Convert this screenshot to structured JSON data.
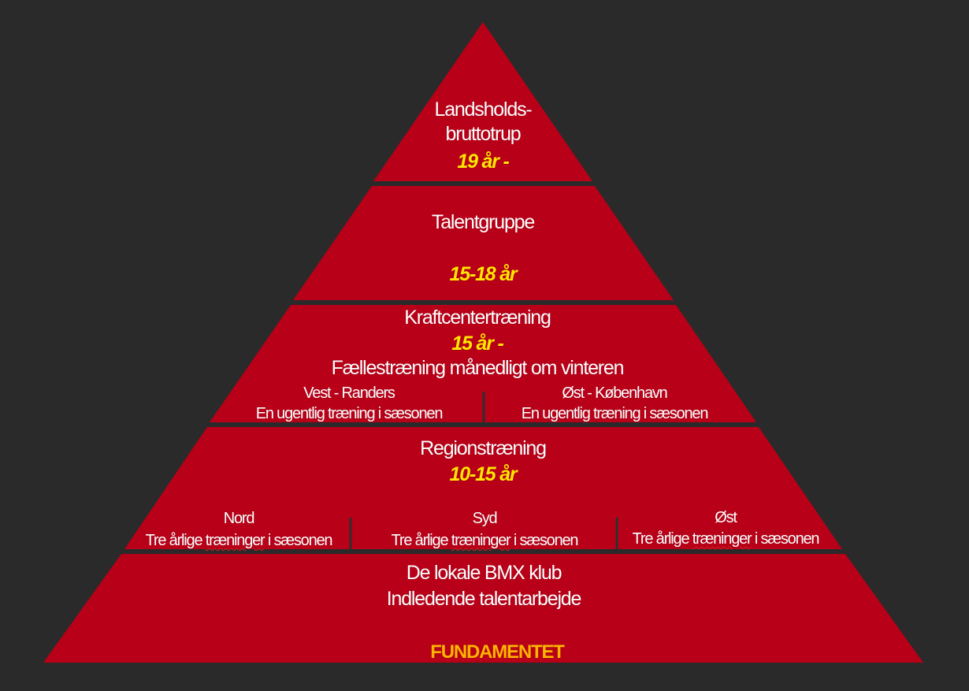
{
  "colors": {
    "background": "#2a2a2a",
    "tier_fill": "#b80018",
    "separator": "#2e2e2e",
    "age_text": "#ffe600",
    "foundation_text": "#ffb400",
    "label_text": "#ffffff"
  },
  "tiers": [
    {
      "id": "landshold",
      "title_line1": "Landsholds-",
      "title_line2": "bruttotrup",
      "age": "19 år -"
    },
    {
      "id": "talentgruppe",
      "title": "Talentgruppe",
      "age": "15-18 år"
    },
    {
      "id": "kraftcenter",
      "title": "Kraftcentertræning",
      "age": "15 år -",
      "subtitle": "Fællestræning månedligt om vinteren",
      "sections": [
        {
          "name": "Vest - Randers",
          "detail": "En ugentlig træning i sæsonen"
        },
        {
          "name": "Øst - København",
          "detail": "En ugentlig træning i sæsonen"
        }
      ]
    },
    {
      "id": "region",
      "title": "Regionstræning",
      "age": "10-15 år",
      "sections": [
        {
          "name": "Nord",
          "detail_pre": "Tre årlige ",
          "detail_word": "træninger",
          "detail_post": " i sæsonen"
        },
        {
          "name": "Syd",
          "detail_pre": "Tre årlige ",
          "detail_word": "træninger",
          "detail_post": " i sæsonen"
        },
        {
          "name": "Øst",
          "detail_pre": "Tre årlige ",
          "detail_word": "træninger",
          "detail_post": " i sæsonen"
        }
      ]
    },
    {
      "id": "lokale",
      "title_line1": "De lokale BMX klub",
      "title_line2": "Indledende talentarbejde",
      "foundation": "FUNDAMENTET"
    }
  ]
}
